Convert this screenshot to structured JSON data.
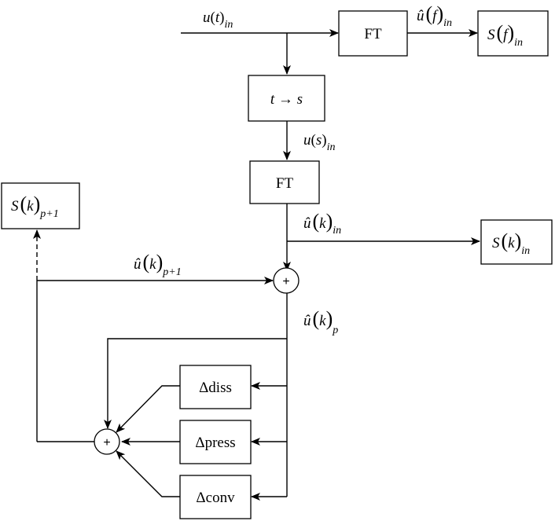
{
  "blocks": {
    "ft_top": "FT",
    "t_to_s": "t → s",
    "ft_mid": "FT",
    "diss": "Δdiss",
    "press": "Δpress",
    "conv": "Δconv"
  },
  "sum_symbol": "+",
  "labels": {
    "u_t": {
      "sym": "u",
      "arg": "t",
      "sub": "in"
    },
    "u_s": {
      "sym": "u",
      "arg": "s",
      "sub": "in"
    },
    "uhat_f": {
      "sym": "û",
      "arg": "f",
      "sub": "in"
    },
    "uhat_k_in": {
      "sym": "û",
      "arg": "k",
      "sub": "in"
    },
    "uhat_k_p": {
      "sym": "û",
      "arg": "k",
      "sub": "p"
    },
    "uhat_k_p1": {
      "sym": "û",
      "arg": "k",
      "sub": "p+1"
    }
  },
  "outputs": {
    "s_f": {
      "sym": "S",
      "arg": "f",
      "sub": "in"
    },
    "s_k_in": {
      "sym": "S",
      "arg": "k",
      "sub": "in"
    },
    "s_k_p1": {
      "sym": "S",
      "arg": "k",
      "sub": "p+1"
    }
  }
}
